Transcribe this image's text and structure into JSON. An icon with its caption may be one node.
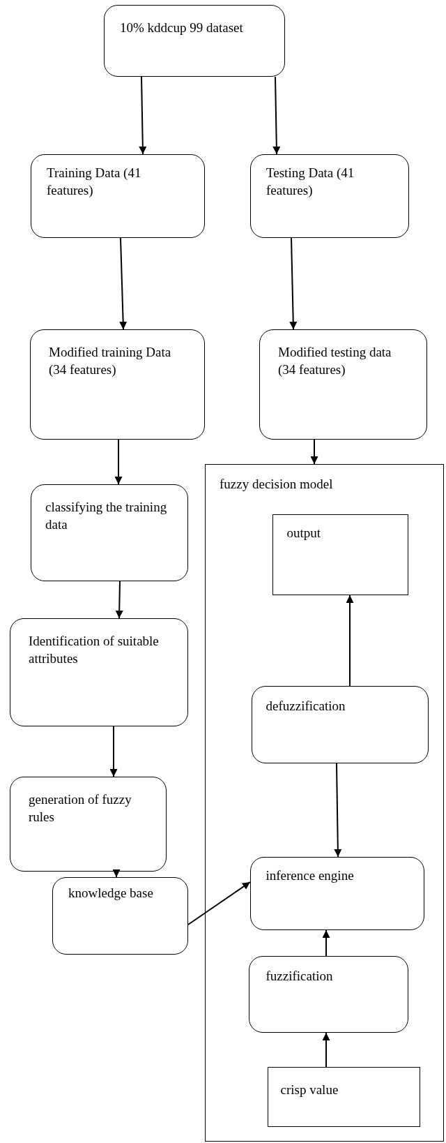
{
  "diagram": {
    "nodes": [
      {
        "text": [
          "10% kddcup 99 dataset"
        ]
      },
      {
        "text": [
          "Training Data (41 features)"
        ]
      },
      {
        "text": [
          "Testing Data (41 features)"
        ]
      },
      {
        "text": [
          "Modified training Data (34 features)"
        ]
      },
      {
        "text": [
          "Modified testing data (34 features)"
        ]
      },
      {
        "text": [
          "classifying the training data"
        ]
      },
      {
        "text": [
          "fuzzy decision model"
        ]
      },
      {
        "text": [
          "output"
        ],
        "in": 6
      },
      {
        "text": [
          "Identification of suitable attributes"
        ]
      },
      {
        "text": [
          "defuzzification"
        ],
        "in": 6
      },
      {
        "text": [
          "generation of fuzzy rules"
        ]
      },
      {
        "text": [
          "knowledge base"
        ]
      },
      {
        "text": [
          "inference engine"
        ],
        "in": 6
      },
      {
        "text": [
          "fuzzification"
        ],
        "in": 6
      },
      {
        "text": [
          "crisp value"
        ],
        "in": 6
      }
    ],
    "edges": [
      {
        "from": 0,
        "to": 1,
        "arrow": "to"
      },
      {
        "from": 0,
        "to": 2,
        "arrow": "to"
      },
      {
        "from": 1,
        "to": 3,
        "arrow": "to"
      },
      {
        "from": 2,
        "to": 4,
        "arrow": "to"
      },
      {
        "from": 3,
        "to": 5,
        "arrow": "to"
      },
      {
        "from": 4,
        "to": 6,
        "arrow": "to"
      },
      {
        "from": 5,
        "to": 8,
        "arrow": "to"
      },
      {
        "from": 8,
        "to": 10,
        "arrow": "to"
      },
      {
        "from": 10,
        "to": 11,
        "arrow": "to"
      },
      {
        "from": 11,
        "to": 12,
        "arrow": "to"
      },
      {
        "from": 9,
        "to": 7,
        "arrow": "to"
      },
      {
        "from": 9,
        "to": 12,
        "arrow": "to"
      },
      {
        "from": 13,
        "to": 12,
        "arrow": "to"
      },
      {
        "from": 14,
        "to": 13,
        "arrow": "to"
      }
    ]
  }
}
